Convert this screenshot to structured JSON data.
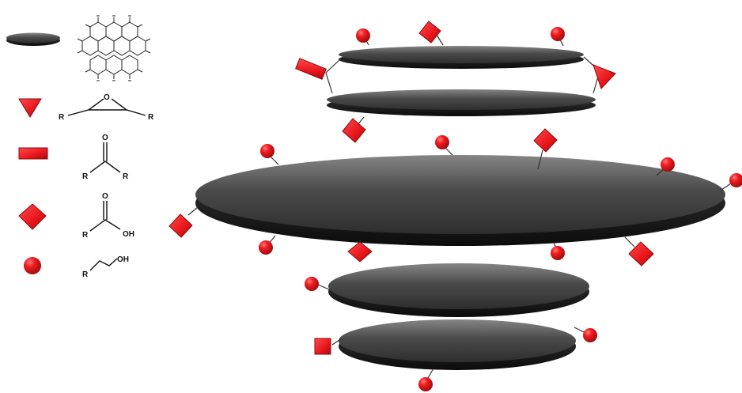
{
  "legend": {
    "items": [
      {
        "group": "graphene sheet",
        "icon": "disc-icon"
      },
      {
        "group": "epoxide",
        "icon": "triangle-icon",
        "labels": {
          "o": "O",
          "r1": "R",
          "r2": "R"
        }
      },
      {
        "group": "carbonyl",
        "icon": "rectangle-icon",
        "labels": {
          "o": "O",
          "r1": "R",
          "r2": "R"
        }
      },
      {
        "group": "carboxyl",
        "icon": "diamond-icon",
        "labels": {
          "o": "O",
          "r": "R",
          "oh": "OH"
        }
      },
      {
        "group": "hydroxyl",
        "icon": "sphere-icon",
        "labels": {
          "r": "R",
          "oh": "OH"
        }
      }
    ]
  },
  "colors": {
    "sheet_top": "#6f6f6f",
    "sheet_mid": "#3a3a3a",
    "sheet_edge": "#141414",
    "group_red": "#e8161b",
    "group_dark_red": "#a40c10",
    "bond": "#111111"
  }
}
